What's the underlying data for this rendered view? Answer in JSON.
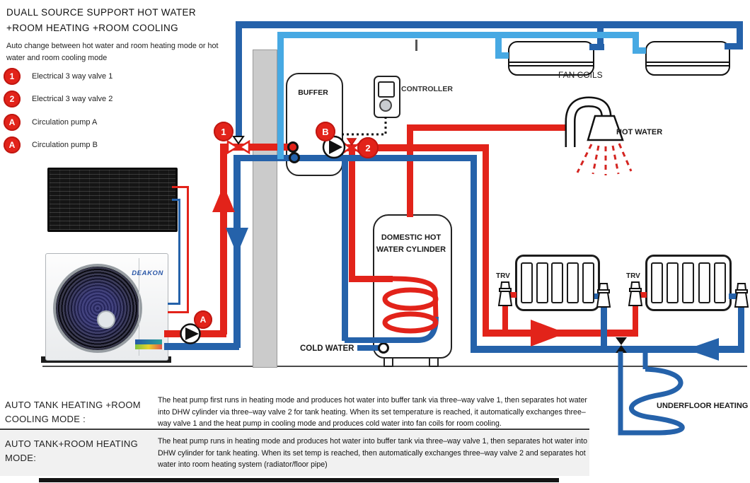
{
  "title": "DUALL SOURCE SUPPORT HOT WATER +ROOM HEATING +ROOM COOLING",
  "subtitle": "Auto change between hot water and room heating mode or hot water and room cooling mode",
  "legend": {
    "items": [
      {
        "badge": "1",
        "label": "Electrical 3 way valve 1"
      },
      {
        "badge": "2",
        "label": "Electrical 3 way valve 2"
      },
      {
        "badge": "A",
        "label": "Circulation pump A"
      },
      {
        "badge": "A",
        "label": "Circulation pump B"
      }
    ]
  },
  "diagram": {
    "labels": {
      "buffer": "BUFFER",
      "controller": "CONTROLLER",
      "fan_coils": "FAN COILS",
      "hot_water": "HOT WATER",
      "dhw_line1": "DOMESTIC HOT",
      "dhw_line2": "WATER CYLINDER",
      "cold_water": "COLD WATER",
      "trv": "TRV",
      "underfloor": "UNDERFLOOR HEATING",
      "brand": "DEAKON"
    },
    "badges": {
      "valve1": "1",
      "valve2": "2",
      "pump_a": "A",
      "pump_b": "B"
    },
    "colors": {
      "hot": "#e2231a",
      "cold": "#2562aa",
      "chilled": "#47a9e3",
      "badge": "#e2231a"
    }
  },
  "modes": [
    {
      "heading": "AUTO TANK HEATING +ROOM COOLING MODE :",
      "description": "The heat pump first runs in heating mode and produces hot water into buffer tank via three–way valve 1, then separates hot water into DHW cylinder via three–way valve 2 for tank heating. When its set temperature is reached, it automatically exchanges three–way valve 1 and the heat pump in cooling mode and produces cold water into fan coils for room cooling."
    },
    {
      "heading": "AUTO TANK+ROOM HEATING MODE:",
      "description": "The heat pump runs in heating mode and produces hot water into buffer tank via three–way valve 1, then separates hot water into DHW cylinder for tank heating. When its set temp is reached, then automatically exchanges three–way valve 2 and separates hot water into room heating system (radiator/floor pipe)"
    }
  ]
}
